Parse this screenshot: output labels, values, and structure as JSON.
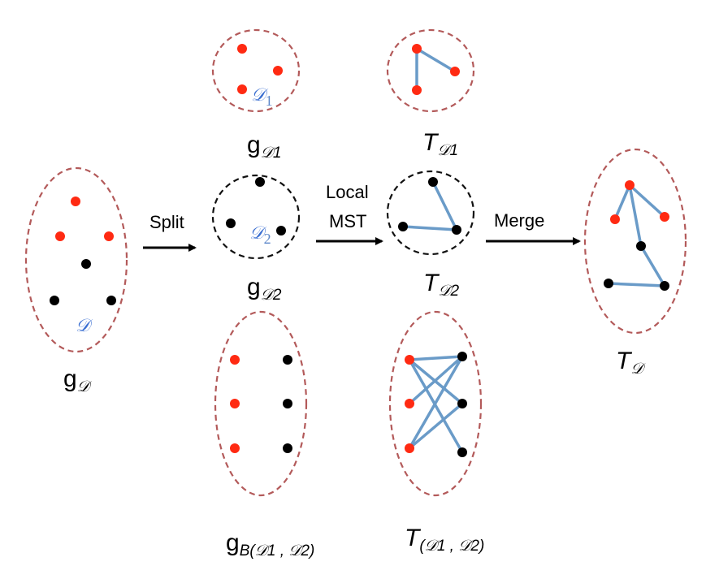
{
  "arrows": {
    "split": "Split",
    "local_mst_line1": "Local",
    "local_mst_line2": "MST",
    "merge": "Merge"
  },
  "labels": {
    "g_D": {
      "main": "g",
      "sub": "𝒟"
    },
    "g_D1": {
      "main": "g",
      "sub": "𝒟1"
    },
    "g_D2": {
      "main": "g",
      "sub": "𝒟2"
    },
    "g_B": {
      "main": "g",
      "sub": "B(𝒟1 , 𝒟2)"
    },
    "T_D1": {
      "main": "T",
      "sub": "𝒟1"
    },
    "T_D2": {
      "main": "T",
      "sub": "𝒟2"
    },
    "T_B": {
      "main": "T",
      "sub": "(𝒟1 , 𝒟2)"
    },
    "T_D": {
      "main": "T",
      "sub": "𝒟"
    }
  },
  "set_labels": {
    "D": {
      "main": "𝒟",
      "sub": ""
    },
    "D1": {
      "main": "𝒟",
      "sub": "1"
    },
    "D2": {
      "main": "𝒟",
      "sub": "2"
    }
  },
  "colors": {
    "red_point": "#ff2a12",
    "black_point": "#000000",
    "edge": "#6a9bc8",
    "dashed_red": "#b35a5a",
    "dashed_black": "#111111"
  }
}
